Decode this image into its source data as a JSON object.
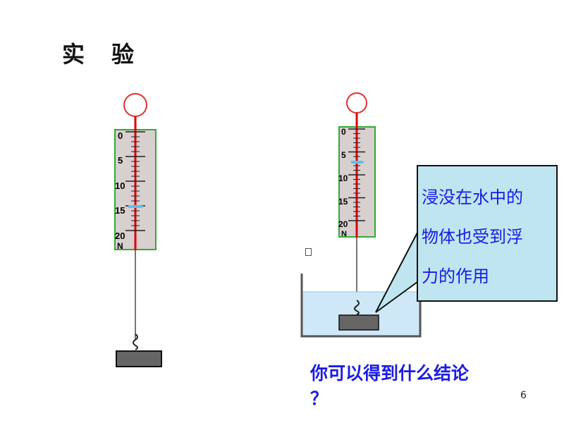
{
  "slide": {
    "title_chars": [
      "实",
      "验"
    ],
    "page_number": "6"
  },
  "left_scale": {
    "ticks": [
      "0",
      "5",
      "10",
      "15",
      "20"
    ],
    "unit": "N",
    "reading": 15
  },
  "right_scale": {
    "ticks": [
      "0",
      "5",
      "10",
      "15",
      "20"
    ],
    "unit": "N",
    "reading": 5
  },
  "callout": {
    "lines": [
      "浸没在水中的",
      "物体也受到浮",
      "力的作用"
    ]
  },
  "question": {
    "line1": "你可以得到什么结论",
    "line2": "？"
  },
  "colors": {
    "scale_body": "#d8cfcf",
    "scale_border": "#33aa33",
    "spring_line": "#e00000",
    "ring": "#e03030",
    "water": "#cfe8f8",
    "callout_fill": "#bfe6f0",
    "text_blue": "#1a1ae6"
  }
}
